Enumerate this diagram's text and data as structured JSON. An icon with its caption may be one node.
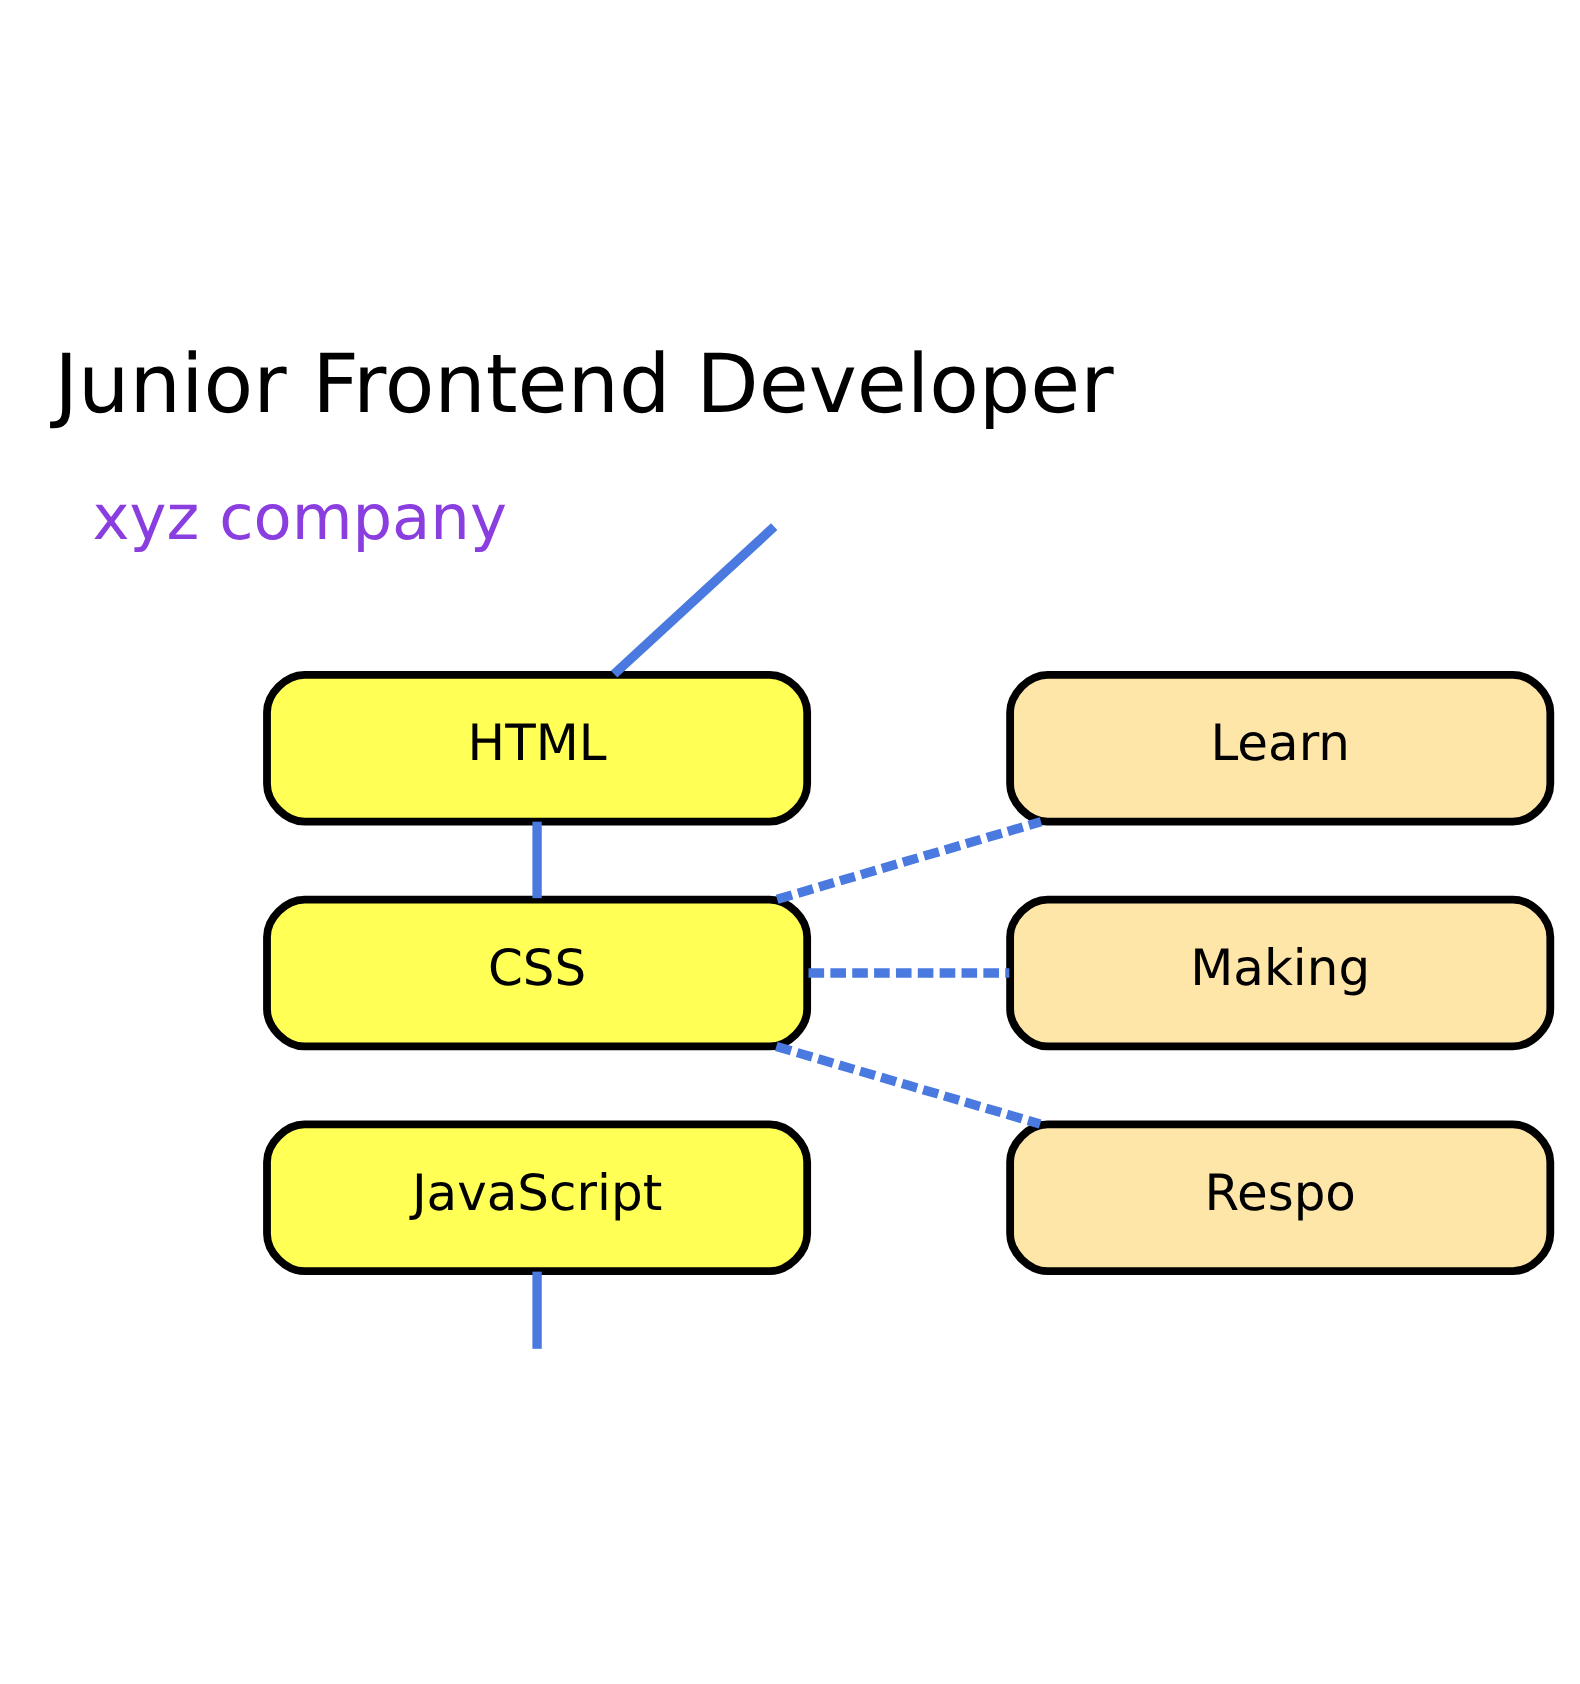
{
  "diagram": {
    "title": "Junior Frontend Developer",
    "nodes": [
      {
        "text": [
          "HTML"
        ]
      },
      {
        "text": [
          "CSS"
        ]
      },
      {
        "text": [
          "JavaScript"
        ]
      },
      {
        "text": [
          "Learn"
        ]
      },
      {
        "text": [
          "Making"
        ]
      },
      {
        "text": [
          "Respo"
        ]
      }
    ],
    "edges": [
      {
        "from": null,
        "to": 0,
        "arrow": "none"
      },
      {
        "from": 0,
        "to": 1,
        "arrow": "none"
      },
      {
        "from": 2,
        "to": null,
        "arrow": "none"
      },
      {
        "from": 1,
        "to": 3,
        "arrow": "none",
        "style": "dashed"
      },
      {
        "from": 1,
        "to": 4,
        "arrow": "none",
        "style": "dashed"
      },
      {
        "from": 1,
        "to": 5,
        "arrow": "none",
        "style": "dashed"
      }
    ],
    "labels": [
      "xyz company"
    ]
  }
}
